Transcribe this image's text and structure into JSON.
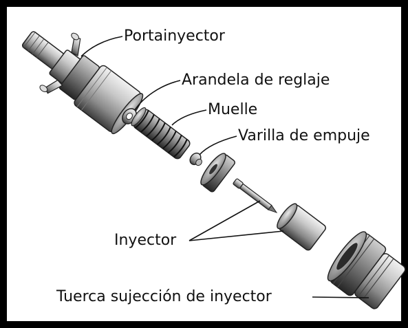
{
  "labels": {
    "portainyector": "Portainyector",
    "arandela": "Arandela de reglaje",
    "muelle": "Muelle",
    "varilla": "Varilla de empuje",
    "inyector": "Inyector",
    "tuerca": "Tuerca sujección de inyector"
  }
}
